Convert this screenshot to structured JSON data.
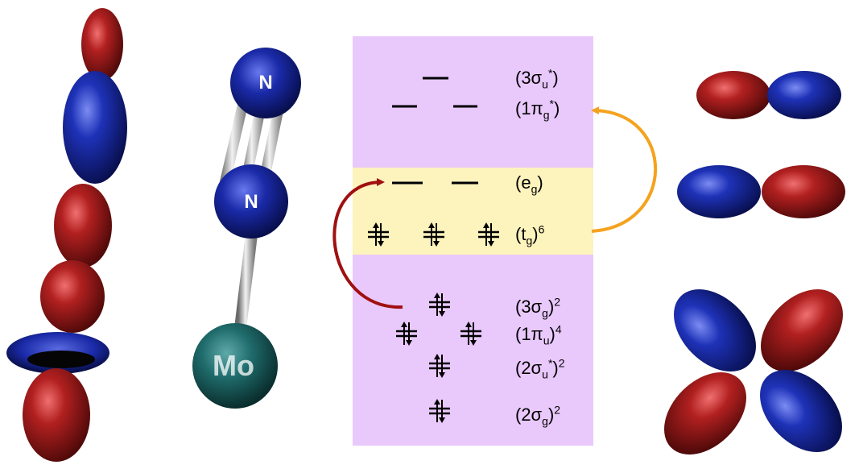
{
  "atoms": {
    "n_top": "N",
    "n_mid": "N",
    "mo": "Mo"
  },
  "levels": {
    "s3u": {
      "base": "(3σ",
      "sub": "u",
      "sup": "*",
      "close": ")",
      "pow": ""
    },
    "p1g": {
      "base": "(1π",
      "sub": "g",
      "sup": "*",
      "close": ")",
      "pow": ""
    },
    "eg": {
      "base": "(e",
      "sub": "g",
      "sup": "",
      "close": ")",
      "pow": ""
    },
    "tg": {
      "base": "(t",
      "sub": "g",
      "sup": "",
      "close": ")",
      "pow": "6"
    },
    "s3g": {
      "base": "(3σ",
      "sub": "g",
      "sup": "",
      "close": ")",
      "pow": "2"
    },
    "p1u": {
      "base": "(1π",
      "sub": "u",
      "sup": "",
      "close": ")",
      "pow": "4"
    },
    "s2u": {
      "base": "(2σ",
      "sub": "u",
      "sup": "*",
      "close": ")",
      "pow": "2"
    },
    "s2g": {
      "base": "(2σ",
      "sub": "g",
      "sup": "",
      "close": ")",
      "pow": "2"
    }
  },
  "colors": {
    "panel": "#e9c8fb",
    "band": "#fdf3bd",
    "red_arrow": "#a01010",
    "orange_arrow": "#f5a21d",
    "lobe_red": "#a01818",
    "lobe_blue": "#1628a8",
    "n_atom": "#1a2aa8",
    "mo_atom": "#1f6b6b",
    "bond": "#b8b8b8"
  }
}
